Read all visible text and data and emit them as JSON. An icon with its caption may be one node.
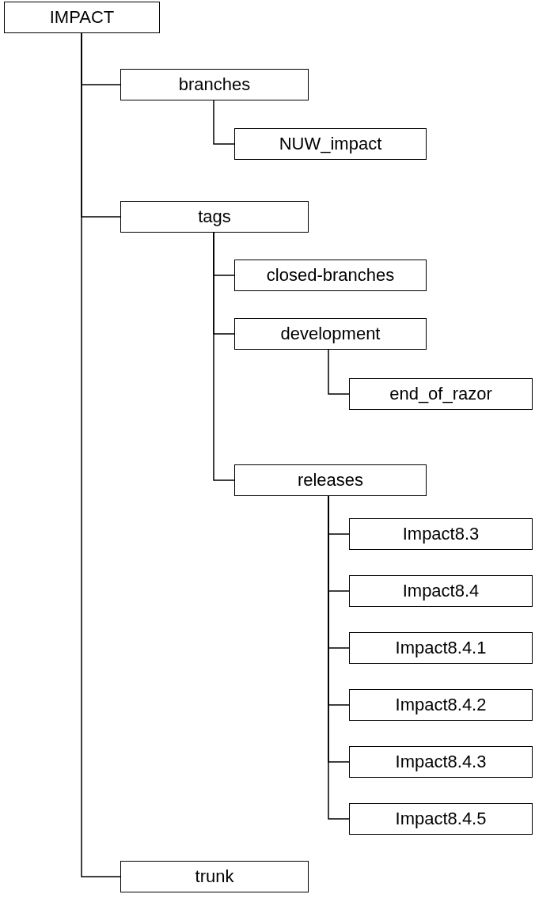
{
  "diagram": {
    "nodes": [
      {
        "text": [
          "IMPACT"
        ]
      },
      {
        "text": [
          "branches"
        ]
      },
      {
        "text": [
          "NUW_impact"
        ]
      },
      {
        "text": [
          "tags"
        ]
      },
      {
        "text": [
          "closed-branches"
        ]
      },
      {
        "text": [
          "development"
        ]
      },
      {
        "text": [
          "end_of_razor"
        ]
      },
      {
        "text": [
          "releases"
        ]
      },
      {
        "text": [
          "Impact8.3"
        ]
      },
      {
        "text": [
          "Impact8.4"
        ]
      },
      {
        "text": [
          "Impact8.4.1"
        ]
      },
      {
        "text": [
          "Impact8.4.2"
        ]
      },
      {
        "text": [
          "Impact8.4.3"
        ]
      },
      {
        "text": [
          "Impact8.4.5"
        ]
      },
      {
        "text": [
          "trunk"
        ]
      }
    ],
    "edges": [
      {
        "from": 0,
        "to": 1,
        "arrow": "none"
      },
      {
        "from": 1,
        "to": 2,
        "arrow": "none"
      },
      {
        "from": 0,
        "to": 3,
        "arrow": "none"
      },
      {
        "from": 3,
        "to": 4,
        "arrow": "none"
      },
      {
        "from": 3,
        "to": 5,
        "arrow": "none"
      },
      {
        "from": 5,
        "to": 6,
        "arrow": "none"
      },
      {
        "from": 3,
        "to": 7,
        "arrow": "none"
      },
      {
        "from": 7,
        "to": 8,
        "arrow": "none"
      },
      {
        "from": 7,
        "to": 9,
        "arrow": "none"
      },
      {
        "from": 7,
        "to": 10,
        "arrow": "none"
      },
      {
        "from": 7,
        "to": 11,
        "arrow": "none"
      },
      {
        "from": 7,
        "to": 12,
        "arrow": "none"
      },
      {
        "from": 7,
        "to": 13,
        "arrow": "none"
      },
      {
        "from": 0,
        "to": 14,
        "arrow": "none"
      }
    ]
  }
}
